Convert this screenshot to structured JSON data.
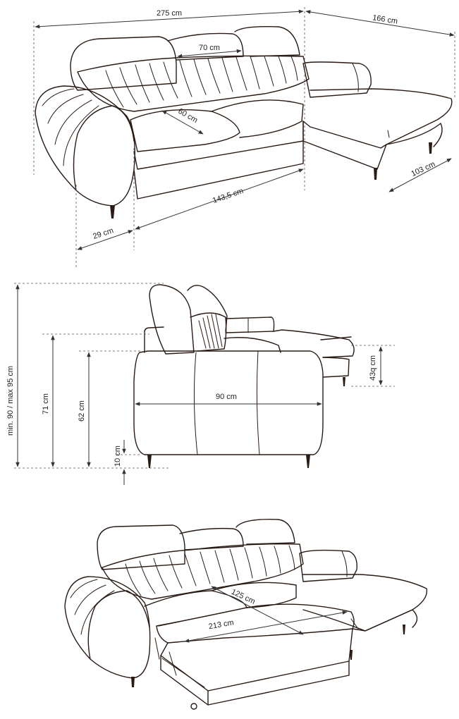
{
  "top_view": {
    "width_total": "275 cm",
    "chaise_width": "166 cm",
    "headrest_width": "70 cm",
    "seat_depth": "60 cm",
    "seat_width": "143,5 cm",
    "armrest_width": "29 cm",
    "chaise_depth": "103 cm"
  },
  "side_view": {
    "height_range": "min. 90 / max 95 cm",
    "back_height": "71 cm",
    "seat_height": "62 cm",
    "leg_height": "10 cm",
    "depth": "90 cm",
    "chaise_height": "43q cm"
  },
  "bed_view": {
    "bed_width": "125 cm",
    "bed_length": "213 cm"
  },
  "colors": {
    "outline": "#2a1a14",
    "dimension_line": "#333333"
  }
}
